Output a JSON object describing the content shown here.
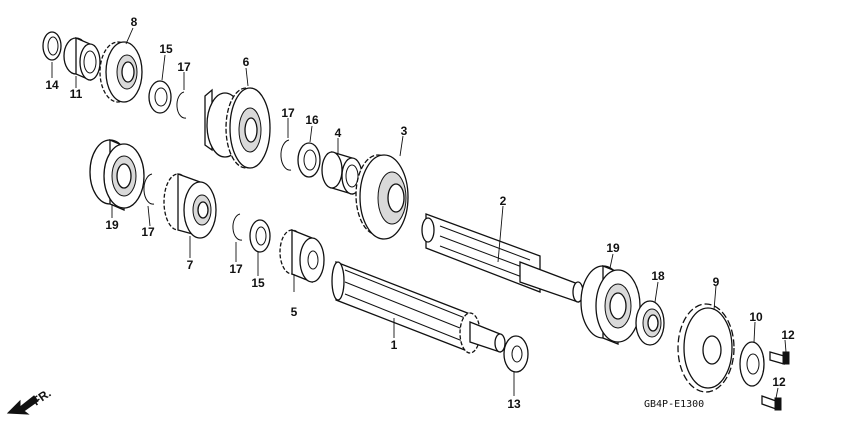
{
  "diagram": {
    "drawing_code": "GB4P-E1300",
    "direction_label": "FR.",
    "callouts": [
      {
        "id": "1",
        "label": "1"
      },
      {
        "id": "2",
        "label": "2"
      },
      {
        "id": "3",
        "label": "3"
      },
      {
        "id": "4",
        "label": "4"
      },
      {
        "id": "5",
        "label": "5"
      },
      {
        "id": "6",
        "label": "6"
      },
      {
        "id": "7",
        "label": "7"
      },
      {
        "id": "8",
        "label": "8"
      },
      {
        "id": "9",
        "label": "9"
      },
      {
        "id": "10",
        "label": "10"
      },
      {
        "id": "11",
        "label": "11"
      },
      {
        "id": "12a",
        "label": "12"
      },
      {
        "id": "12b",
        "label": "12"
      },
      {
        "id": "13",
        "label": "13"
      },
      {
        "id": "14",
        "label": "14"
      },
      {
        "id": "15a",
        "label": "15"
      },
      {
        "id": "15b",
        "label": "15"
      },
      {
        "id": "16",
        "label": "16"
      },
      {
        "id": "17a",
        "label": "17"
      },
      {
        "id": "17b",
        "label": "17"
      },
      {
        "id": "17c",
        "label": "17"
      },
      {
        "id": "17d",
        "label": "17"
      },
      {
        "id": "18",
        "label": "18"
      },
      {
        "id": "19a",
        "label": "19"
      },
      {
        "id": "19b",
        "label": "19"
      }
    ]
  }
}
